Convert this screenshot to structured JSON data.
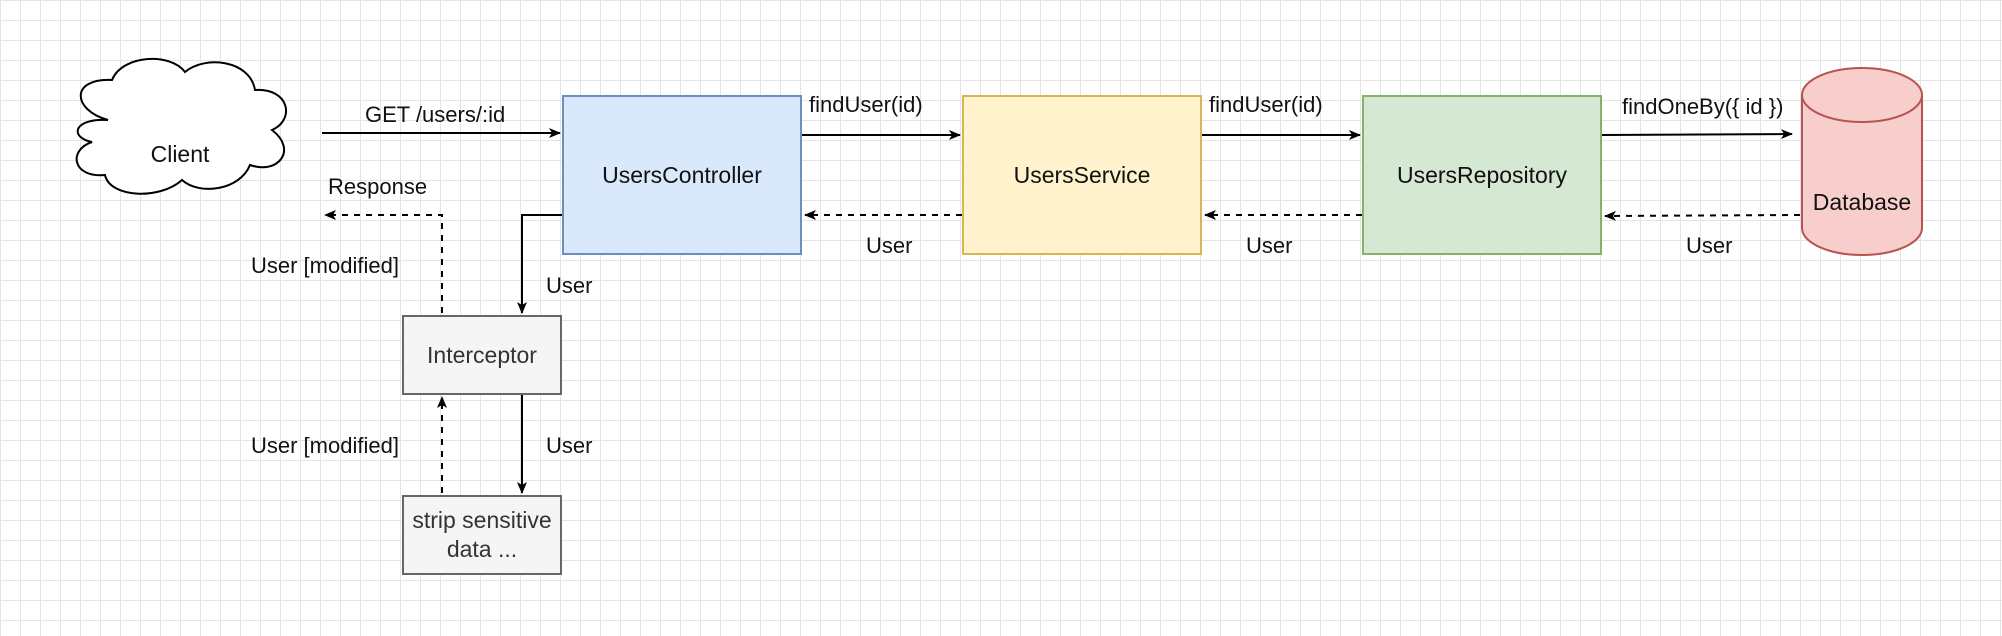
{
  "nodes": {
    "client": "Client",
    "controller": "UsersController",
    "service": "UsersService",
    "repository": "UsersRepository",
    "database": "Database",
    "interceptor": "Interceptor",
    "strip": "strip sensitive data ..."
  },
  "edges": {
    "get_request": "GET /users/:id",
    "response": "Response",
    "find_user_service": "findUser(id)",
    "find_user_repo": "findUser(id)",
    "find_one_by": "findOneBy({ id })",
    "user_from_service": "User",
    "user_from_repo": "User",
    "user_from_db": "User",
    "user_to_interceptor": "User",
    "user_to_strip": "User",
    "user_modified_response": "User [modified]",
    "user_modified_strip": "User [modified]"
  },
  "colors": {
    "controller_fill": "#dae8fc",
    "controller_stroke": "#6c8ebf",
    "service_fill": "#fff2cc",
    "service_stroke": "#d6b656",
    "repository_fill": "#d5e8d4",
    "repository_stroke": "#82b366",
    "database_fill": "#f8cecc",
    "database_stroke": "#b85450",
    "interceptor_fill": "#f5f5f5",
    "interceptor_stroke": "#666666"
  }
}
